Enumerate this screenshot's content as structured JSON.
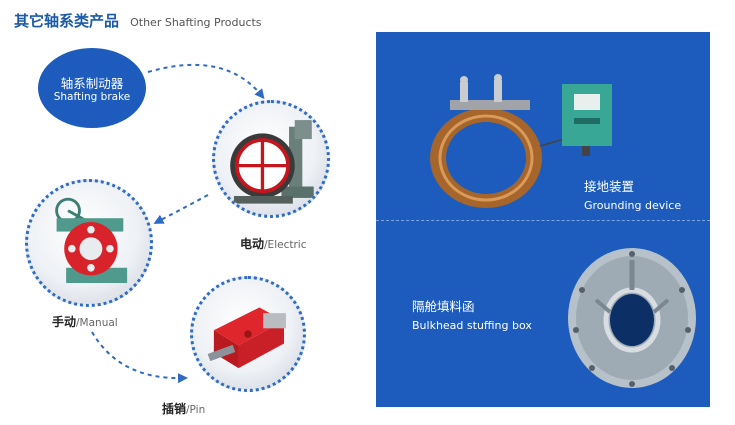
{
  "header": {
    "title_cn": "其它轴系类产品",
    "title_en": "Other Shafting Products"
  },
  "shafting_brake": {
    "label_cn": "轴系制动器",
    "label_en": "Shafting brake"
  },
  "products": {
    "electric": {
      "label_cn": "电动",
      "label_en": "/Electric"
    },
    "manual": {
      "label_cn": "手动",
      "label_en": "/Manual"
    },
    "pin": {
      "label_cn": "插销",
      "label_en": "/Pin"
    }
  },
  "panel": {
    "grounding": {
      "label_cn": "接地装置",
      "label_en": "Grounding device"
    },
    "bulkhead": {
      "label_cn": "隔舱填料函",
      "label_en": "Bulkhead stuffing box"
    }
  },
  "colors": {
    "brand_blue": "#1d5cbc",
    "header_blue": "#1a5aa8",
    "product_red": "#d8232a"
  }
}
